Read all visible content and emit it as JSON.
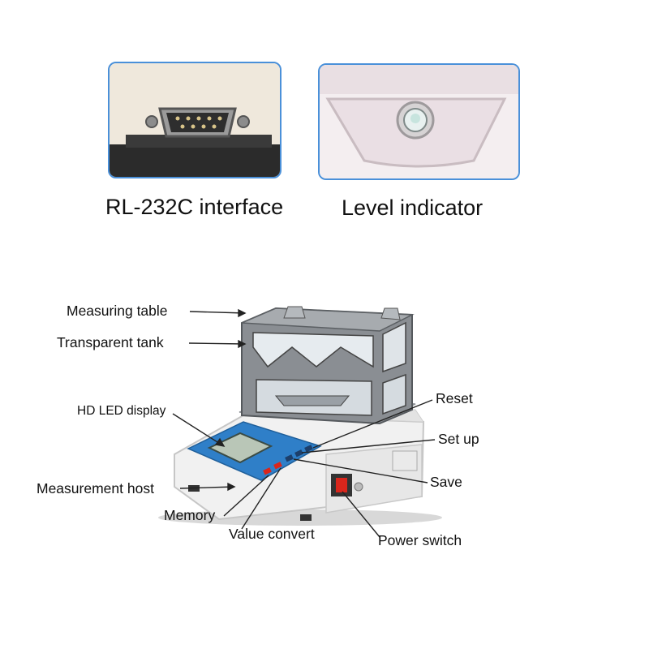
{
  "top_photos": {
    "rs232_caption": "RL-232C interface",
    "level_caption": "Level indicator"
  },
  "device_callouts": {
    "measuring_table": "Measuring table",
    "transparent_tank": "Transparent tank",
    "hd_led_display": "HD LED display",
    "measurement_host": "Measurement host",
    "memory": "Memory",
    "value_convert": "Value convert",
    "reset": "Reset",
    "set_up": "Set up",
    "save": "Save",
    "power_switch": "Power switch"
  },
  "colors": {
    "photo_border": "#4a90d9",
    "panel_blue": "#2f7fc8",
    "tank_gray": "#8a8e93",
    "power_red": "#d9261c"
  }
}
